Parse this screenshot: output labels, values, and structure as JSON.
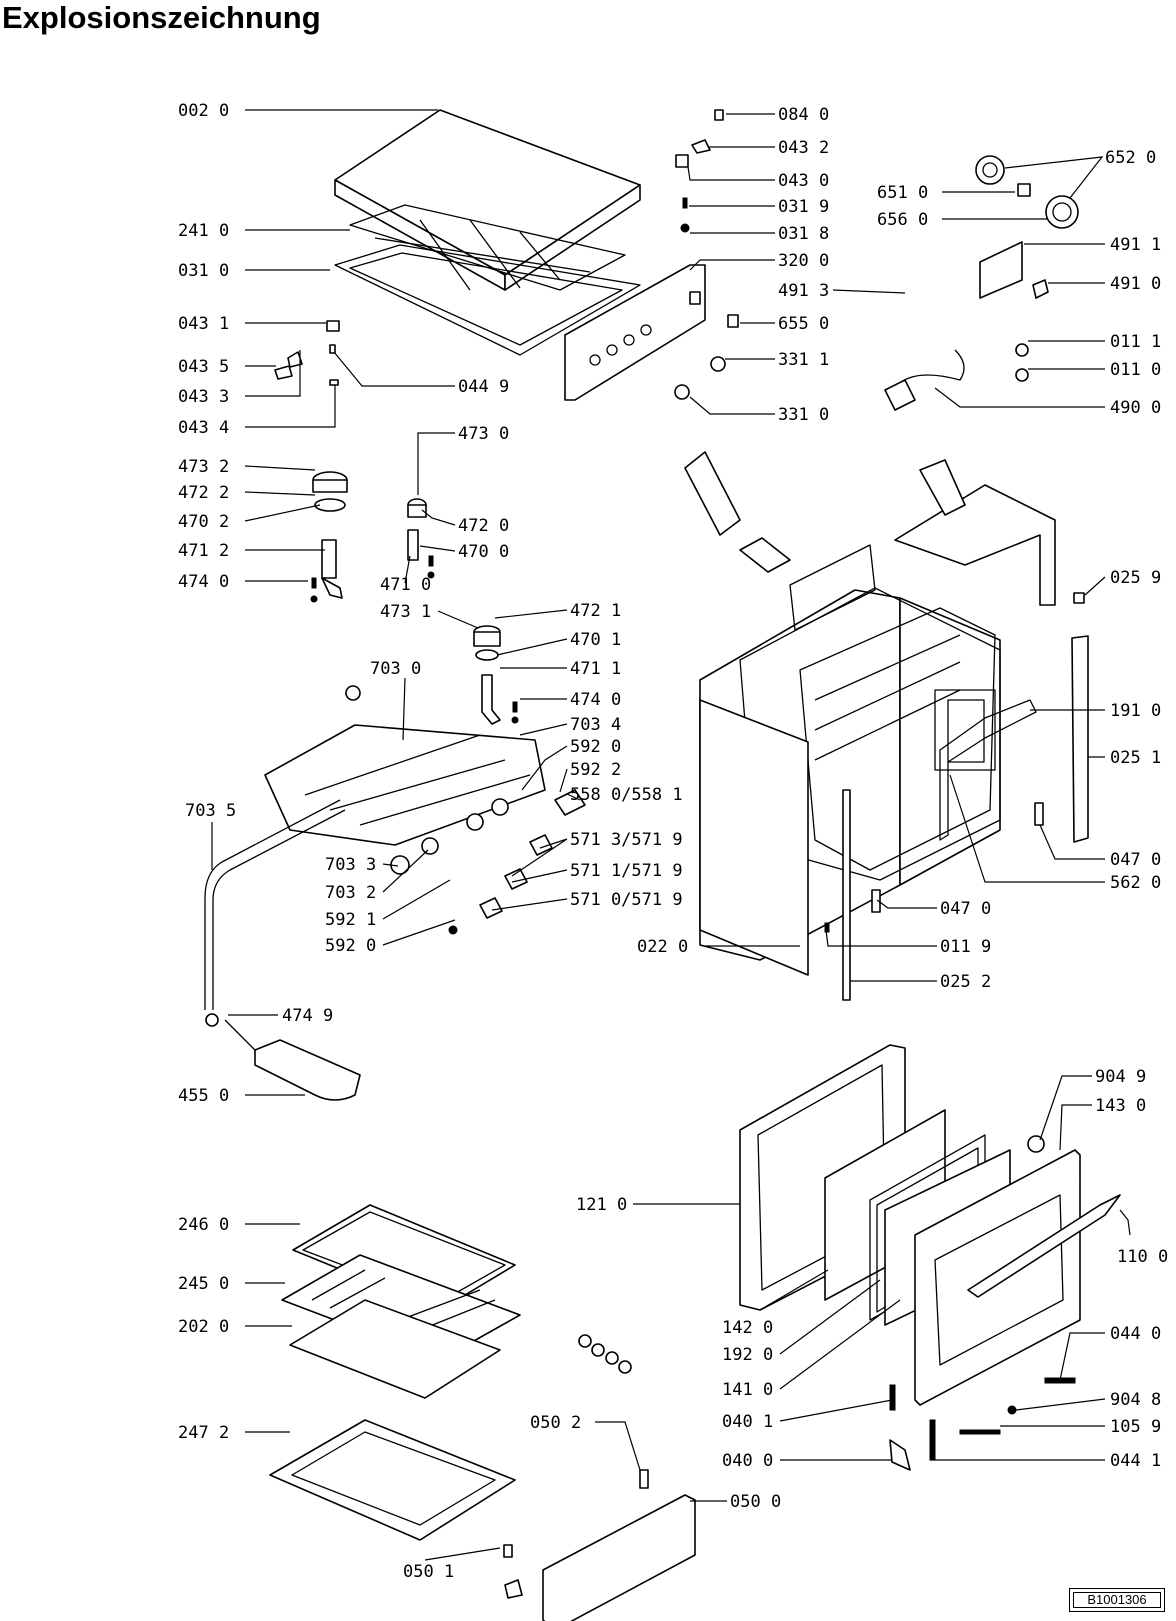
{
  "title": "Explosionszeichnung",
  "drawing_code": "B1001306",
  "labels": [
    "002 0",
    "241 0",
    "031 0",
    "043 1",
    "043 5",
    "043 3",
    "043 4",
    "044 9",
    "084 0",
    "043 2",
    "043 0",
    "031 9",
    "031 8",
    "320 0",
    "491 3",
    "655 0",
    "331 1",
    "331 0",
    "652 0",
    "651 0",
    "656 0",
    "491 1",
    "491 0",
    "011 1",
    "011 0",
    "490 0",
    "473 0",
    "473 2",
    "472 2",
    "470 2",
    "471 2",
    "474 0",
    "472 0",
    "470 0",
    "471 0",
    "473 1",
    "472 1",
    "470 1",
    "471 1",
    "474 0",
    "703 0",
    "703 4",
    "592 0",
    "592 2",
    "558 0/558 1",
    "703 5",
    "571 3/571 9",
    "703 3",
    "571 1/571 9",
    "703 2",
    "571 0/571 9",
    "592 1",
    "592 0",
    "474 9",
    "455 0",
    "025 9",
    "191 0",
    "025 1",
    "047 0",
    "562 0",
    "047 0",
    "022 0",
    "011 9",
    "025 2",
    "904 9",
    "143 0",
    "121 0",
    "110 0",
    "142 0",
    "192 0",
    "044 0",
    "141 0",
    "904 8",
    "040 1",
    "105 9",
    "040 0",
    "044 1",
    "246 0",
    "245 0",
    "202 0",
    "247 2",
    "050 2",
    "050 0",
    "050 1"
  ]
}
